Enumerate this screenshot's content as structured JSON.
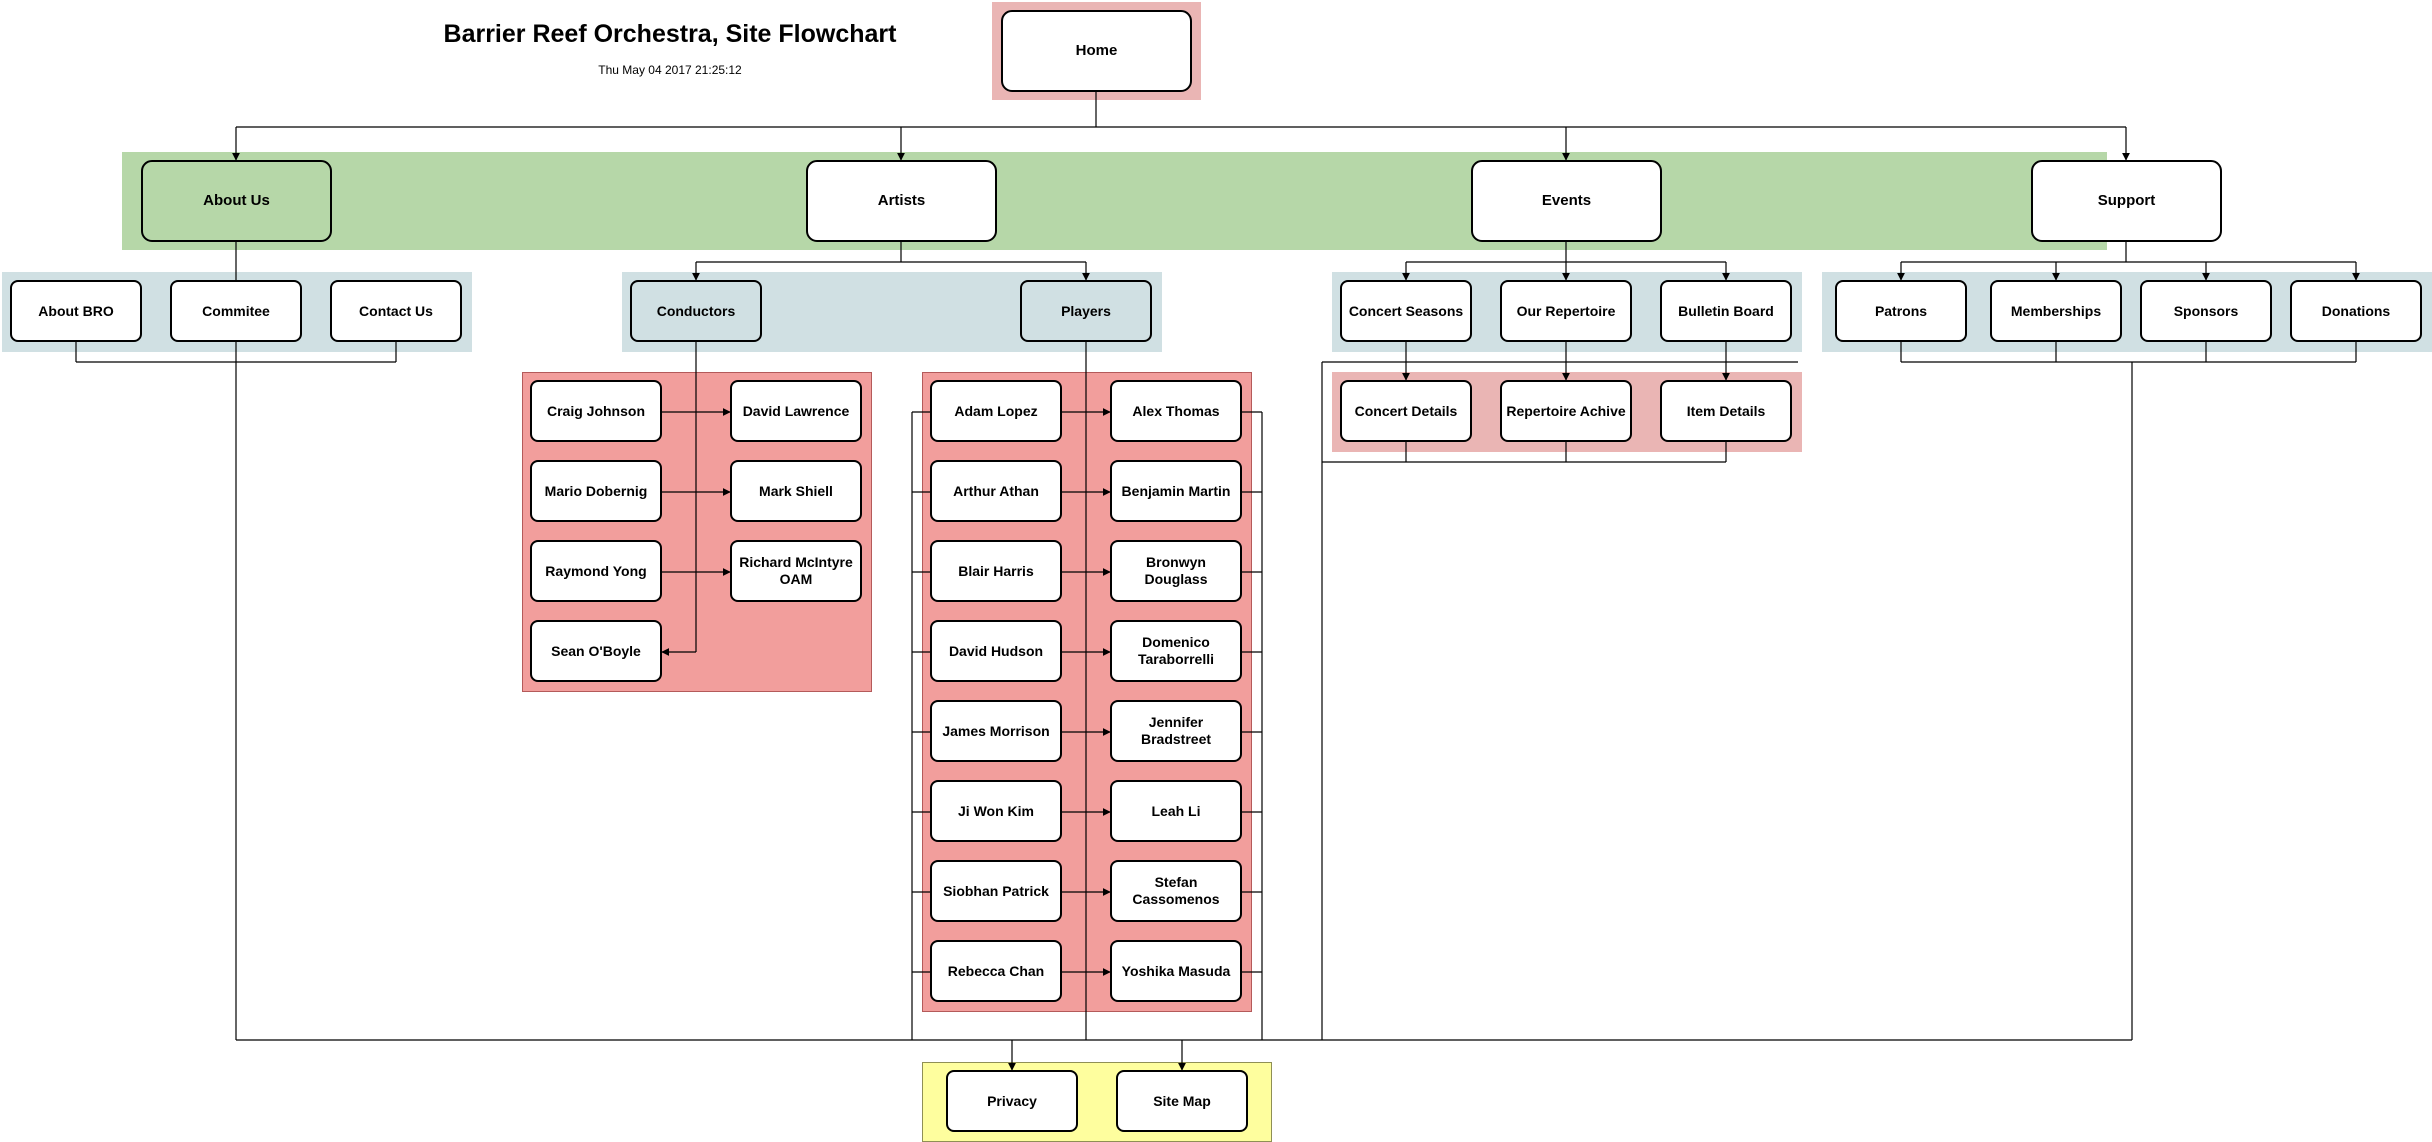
{
  "title": "Barrier Reef Orchestra, Site Flowchart",
  "timestamp": "Thu May 04 2017 21:25:12",
  "colors": {
    "home_band": "#eab5b4",
    "section_band": "#b6d7a8",
    "group_band": "#d0e0e3",
    "list_band": "#f29e9c",
    "footer_band": "#fefe9e",
    "node_fill": "#ffffff",
    "node_border": "#000000"
  },
  "home": "Home",
  "sections": {
    "about": "About Us",
    "artists": "Artists",
    "events": "Events",
    "support": "Support"
  },
  "about_pages": {
    "bro": "About BRO",
    "committee": "Commitee",
    "contact": "Contact Us"
  },
  "artist_groups": {
    "conductors": "Conductors",
    "players": "Players"
  },
  "conductors": [
    "Craig Johnson",
    "David Lawrence",
    "Mario Dobernig",
    "Mark Shiell",
    "Raymond Yong",
    "Richard McIntyre OAM",
    "Sean O'Boyle"
  ],
  "players_left": [
    "Adam Lopez",
    "Arthur Athan",
    "Blair Harris",
    "David Hudson",
    "James Morrison",
    "Ji Won Kim",
    "Siobhan Patrick",
    "Rebecca Chan"
  ],
  "players_right": [
    "Alex Thomas",
    "Benjamin Martin",
    "Bronwyn Douglass",
    "Domenico Taraborrelli",
    "Jennifer Bradstreet",
    "Leah Li",
    "Stefan Cassomenos",
    "Yoshika Masuda"
  ],
  "events_pages": {
    "seasons": "Concert Seasons",
    "repertoire": "Our Repertoire",
    "bulletin": "Bulletin Board"
  },
  "events_details": {
    "concert": "Concert Details",
    "repertoire": "Repertoire Achive",
    "item": "Item Details"
  },
  "support_pages": {
    "patrons": "Patrons",
    "memberships": "Memberships",
    "sponsors": "Sponsors",
    "donations": "Donations"
  },
  "footer": {
    "privacy": "Privacy",
    "sitemap": "Site Map"
  }
}
